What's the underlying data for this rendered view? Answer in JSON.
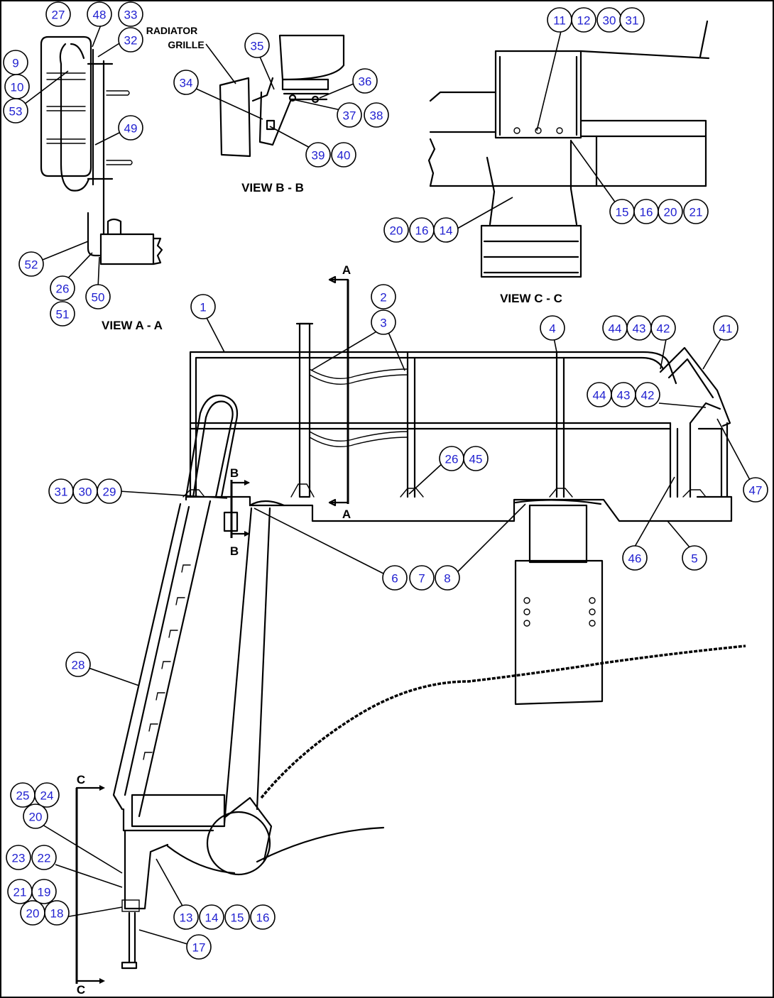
{
  "view_labels": {
    "a": "VIEW A - A",
    "b": "VIEW B - B",
    "c": "VIEW C - C"
  },
  "note": {
    "line1": "RADIATOR",
    "line2": "GRILLE"
  },
  "section_marks": {
    "a": "A",
    "b": "B",
    "c": "C"
  },
  "callouts": [
    "27",
    "48",
    "33",
    "32",
    "9",
    "10",
    "53",
    "49",
    "52",
    "26",
    "50",
    "51",
    "35",
    "34",
    "36",
    "37",
    "38",
    "39",
    "40",
    "11",
    "12",
    "30",
    "31",
    "15",
    "16",
    "20",
    "21",
    "20",
    "16",
    "14",
    "2",
    "3",
    "1",
    "4",
    "44",
    "43",
    "42",
    "41",
    "44",
    "43",
    "42",
    "26",
    "45",
    "47",
    "46",
    "5",
    "31",
    "30",
    "29",
    "6",
    "7",
    "8",
    "28",
    "25",
    "24",
    "20",
    "23",
    "22",
    "21",
    "19",
    "20",
    "18",
    "13",
    "14",
    "15",
    "16",
    "17"
  ],
  "colors": {
    "callout_text": "#1f1fd0",
    "lines": "#000000",
    "background": "#ffffff"
  }
}
